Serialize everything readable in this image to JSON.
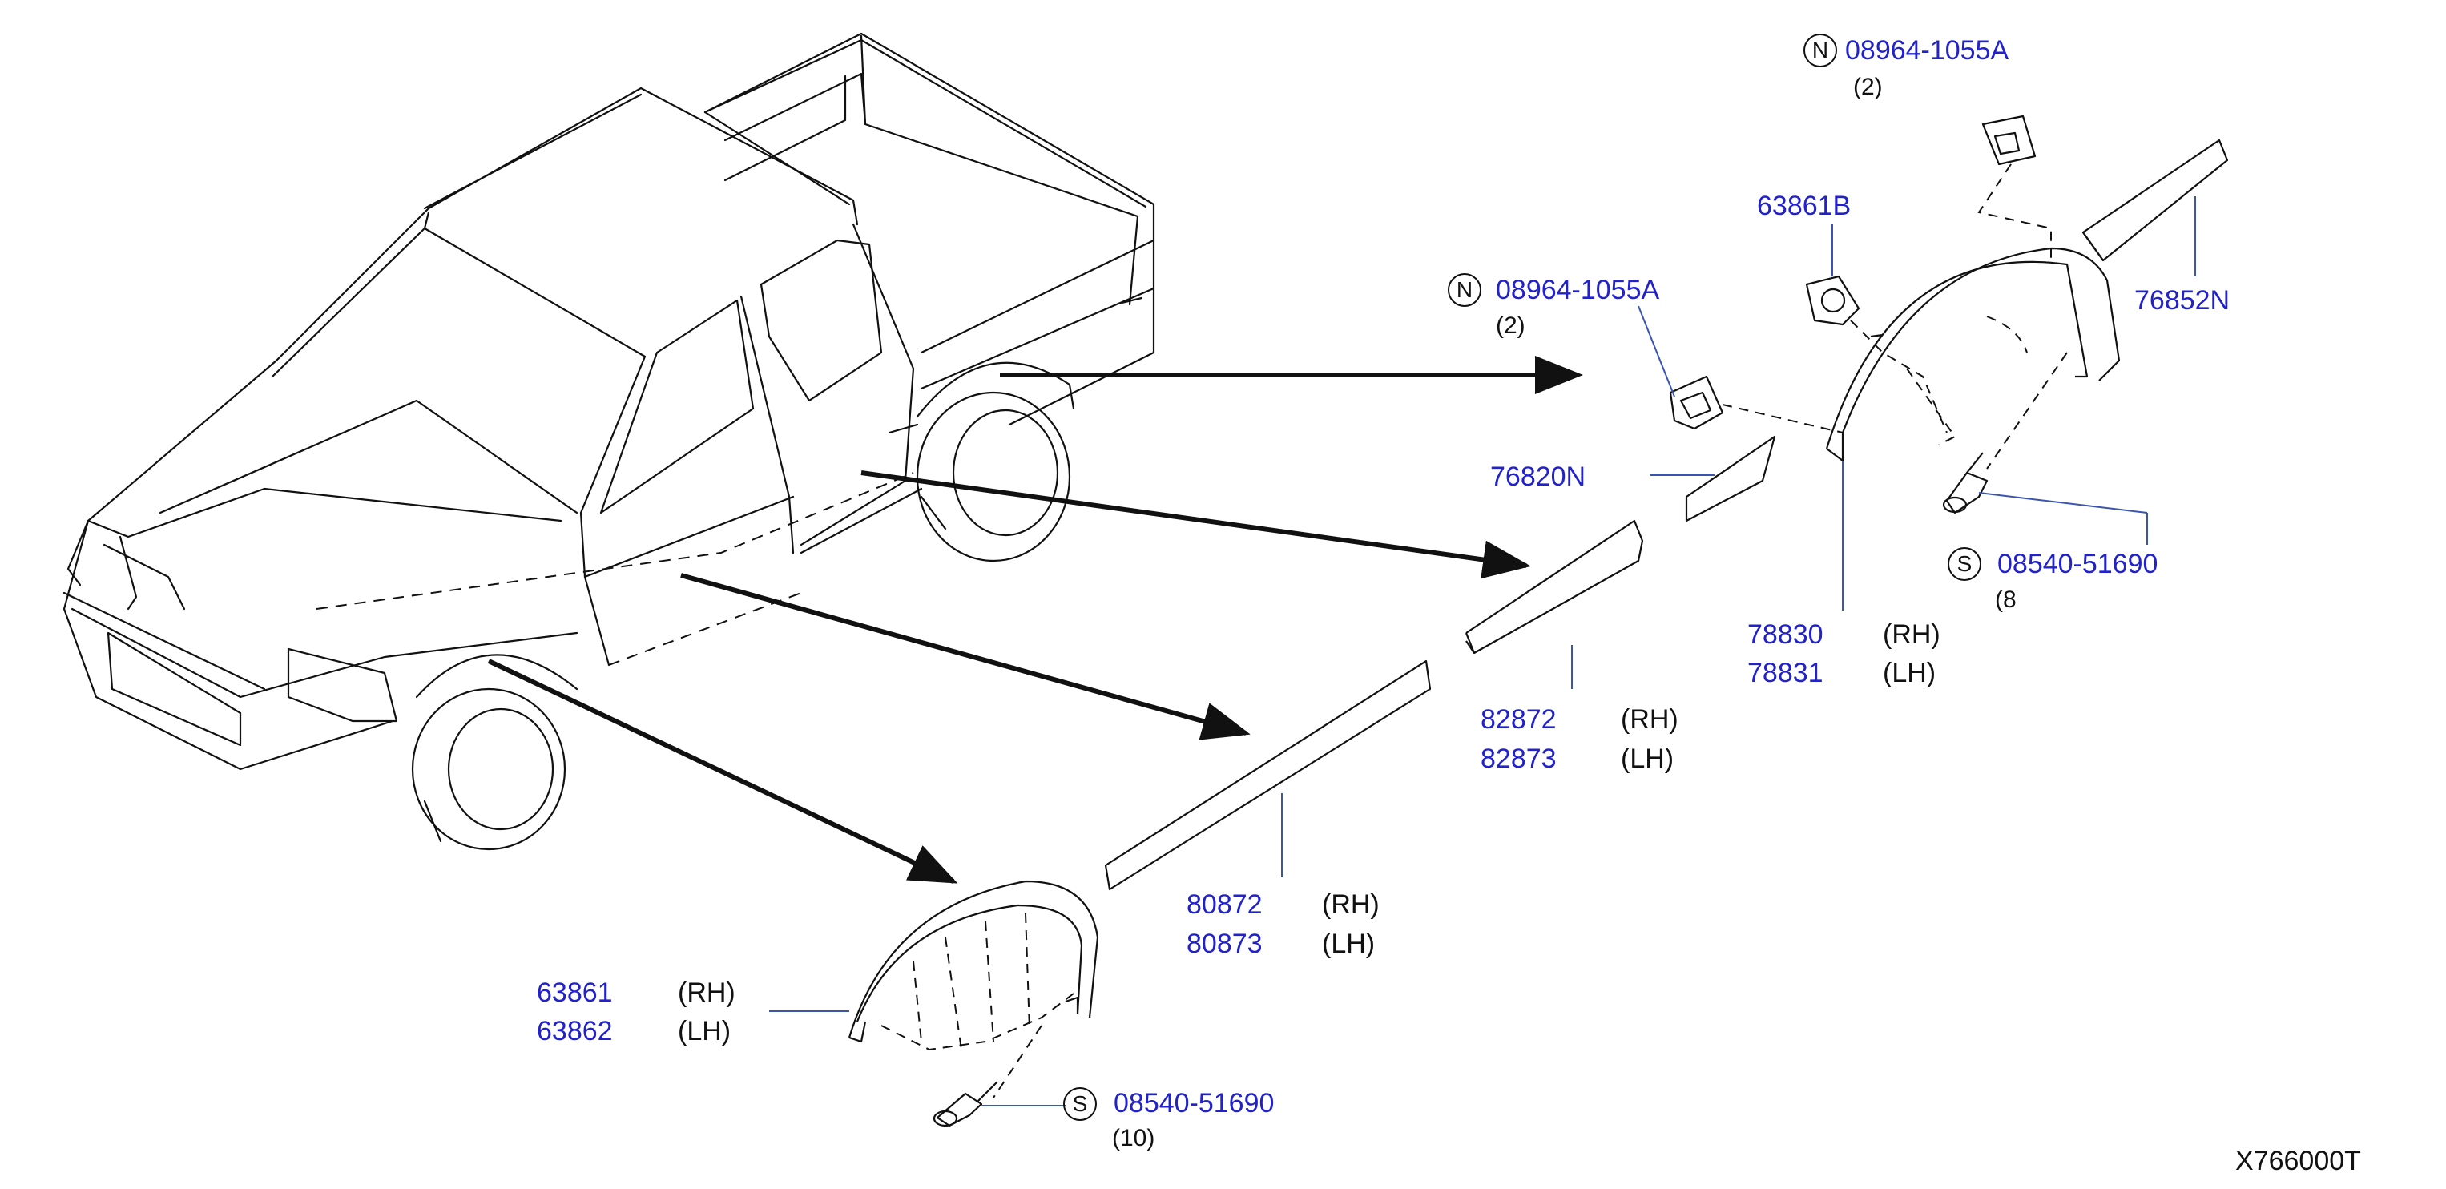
{
  "colors": {
    "part_number": "#2222cc",
    "ink": "#111111",
    "leader": "#3a55b0"
  },
  "callouts": {
    "nut_top": {
      "symbol": "N",
      "number": "08964-1055A",
      "qty": "(2)"
    },
    "nut_mid": {
      "symbol": "N",
      "number": "08964-1055A",
      "qty": "(2)"
    },
    "clip_63861b": {
      "number": "63861B"
    },
    "mold_76852n": {
      "number": "76852N"
    },
    "mold_76820n": {
      "number": "76820N"
    },
    "screw_rear": {
      "symbol": "S",
      "number": "08540-51690",
      "qty": "(8"
    },
    "rear_fender": {
      "rh_number": "78830",
      "rh_side": "(RH)",
      "lh_number": "78831",
      "lh_side": "(LH)"
    },
    "door_mold_upper": {
      "rh_number": "82872",
      "rh_side": "(RH)",
      "lh_number": "82873",
      "lh_side": "(LH)"
    },
    "door_mold_lower": {
      "rh_number": "80872",
      "rh_side": "(RH)",
      "lh_number": "80873",
      "lh_side": "(LH)"
    },
    "front_fender": {
      "rh_number": "63861",
      "rh_side": "(RH)",
      "lh_number": "63862",
      "lh_side": "(LH)"
    },
    "screw_front": {
      "symbol": "S",
      "number": "08540-51690",
      "qty": "(10)"
    }
  },
  "reference_code": "X766000T"
}
